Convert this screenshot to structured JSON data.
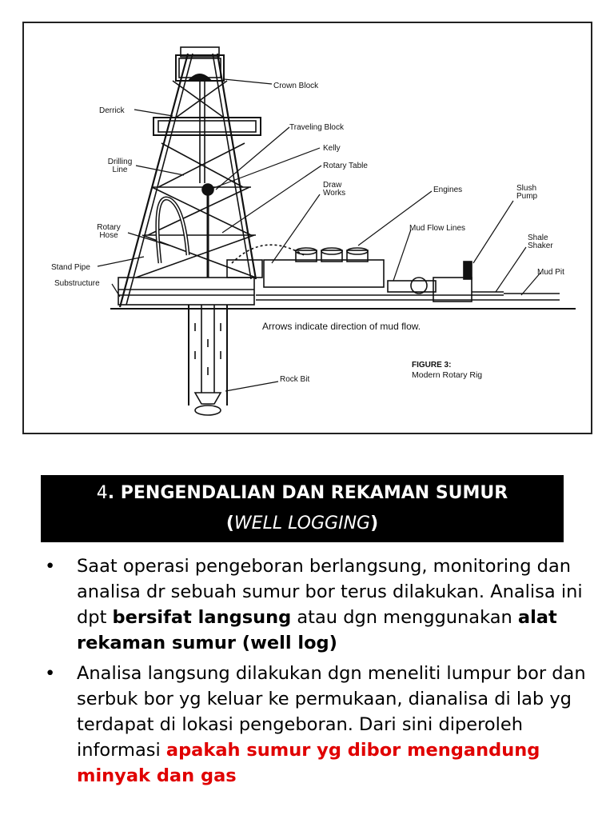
{
  "figure": {
    "labels": {
      "crown_block": "Crown Block",
      "derrick": "Derrick",
      "traveling_block": "Traveling Block",
      "kelly": "Kelly",
      "drilling_line_1": "Drilling",
      "drilling_line_2": "Line",
      "rotary_table": "Rotary Table",
      "draw_works_1": "Draw",
      "draw_works_2": "Works",
      "engines": "Engines",
      "slush_pump_1": "Slush",
      "slush_pump_2": "Pump",
      "rotary_hose_1": "Rotary",
      "rotary_hose_2": "Hose",
      "mud_flow_lines": "Mud Flow Lines",
      "shale_shaker_1": "Shale",
      "shale_shaker_2": "Shaker",
      "stand_pipe": "Stand Pipe",
      "mud_pit": "Mud Pit",
      "substructure": "Substructure",
      "rock_bit": "Rock Bit"
    },
    "note": "Arrows indicate direction of mud flow.",
    "title": "FIGURE 3:",
    "subtitle": "Modern Rotary Rig"
  },
  "heading": {
    "number": "4",
    "line1": ". PENGENDALIAN DAN REKAMAN SUMUR",
    "paren_open": "(",
    "line2_italic": "WELL LOGGING",
    "paren_close": ")"
  },
  "bullets": [
    {
      "marker": "•",
      "t1": "Saat operasi pengeboran berlangsung, monitoring dan analisa dr sebuah sumur bor terus dilakukan. Analisa ini dpt ",
      "b1": "bersifat langsung",
      "t2": " atau dgn menggunakan ",
      "b2": "alat rekaman sumur (well log)"
    },
    {
      "marker": "•",
      "t1": "Analisa langsung dilakukan dgn meneliti lumpur bor dan serbuk bor yg keluar ke permukaan, dianalisa di lab yg terdapat di lokasi pengeboran. Dari sini diperoleh informasi ",
      "r1": "apakah sumur yg dibor mengandung minyak dan gas"
    }
  ]
}
